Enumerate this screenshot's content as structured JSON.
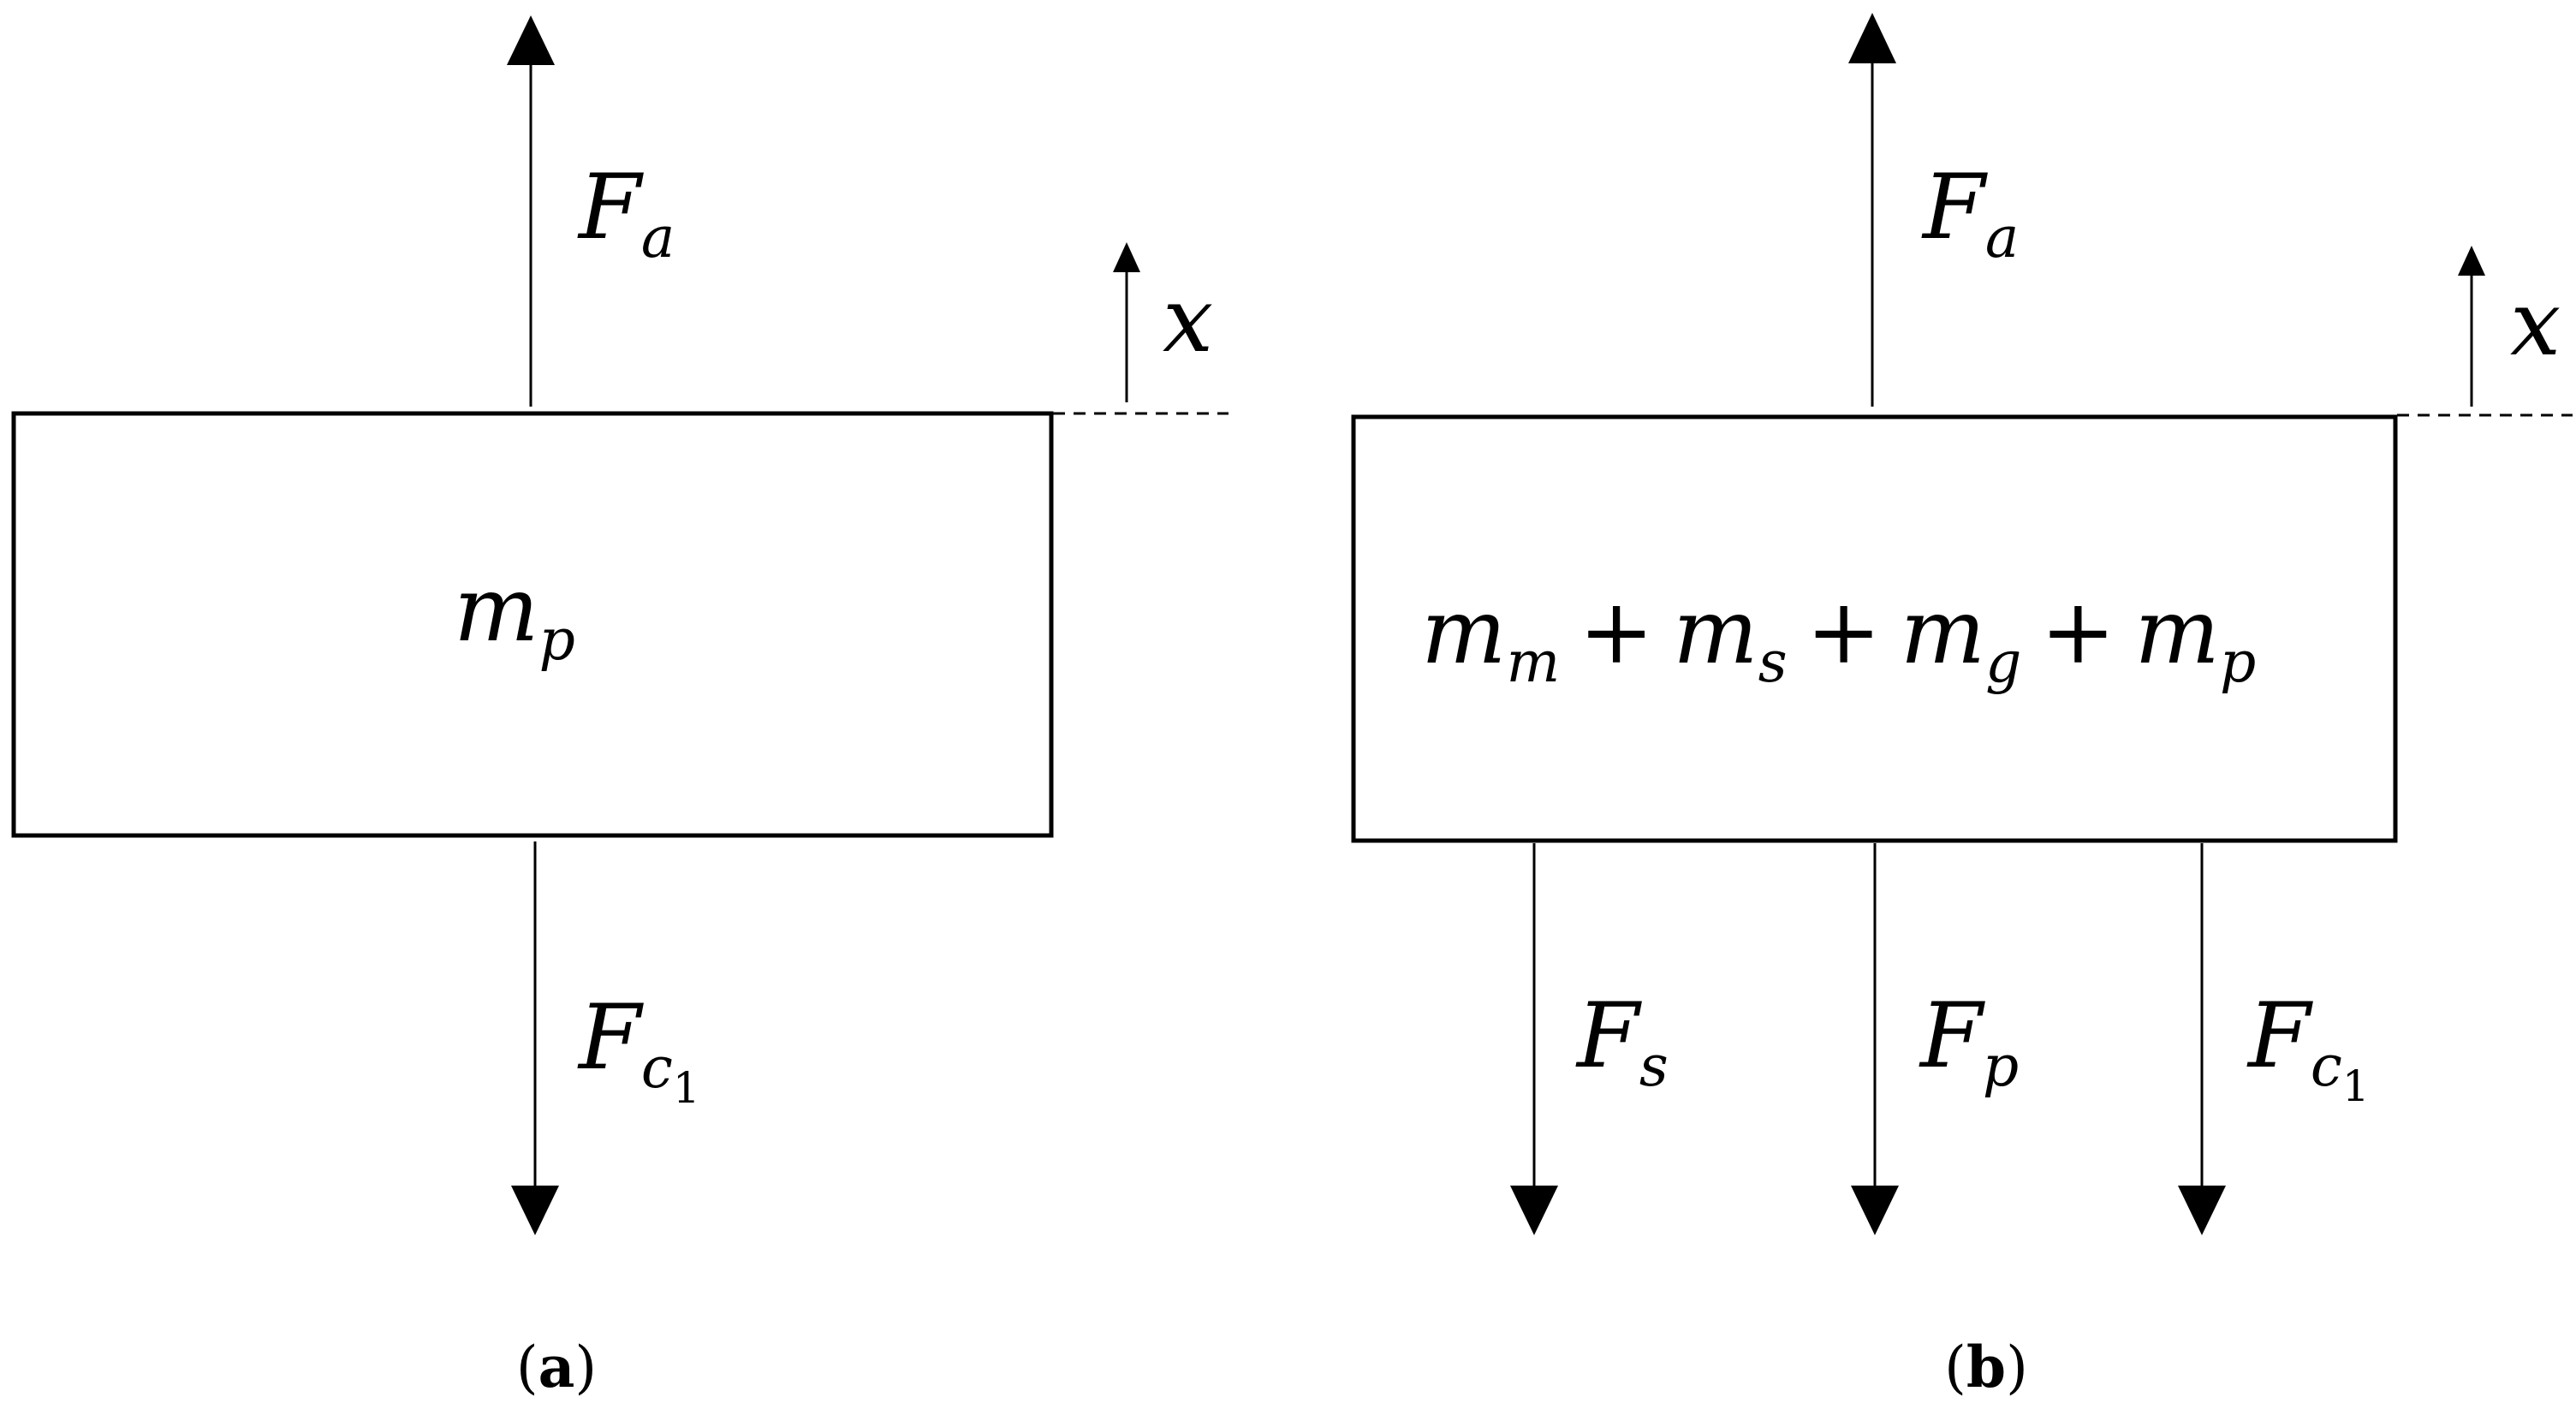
{
  "panels": [
    {
      "id": "a",
      "caption_open": "(",
      "caption_letter": "a",
      "caption_close": ")",
      "block_mass": {
        "m": "m",
        "sub": "p"
      },
      "force_up": {
        "F": "F",
        "sub": "a"
      },
      "force_down": [
        {
          "F": "F",
          "sub": "c",
          "subsub": "1"
        }
      ],
      "position_axis": "x"
    },
    {
      "id": "b",
      "caption_open": "(",
      "caption_letter": "b",
      "caption_close": ")",
      "block_mass": {
        "m1": "m",
        "s1": "m",
        "plus1": "+",
        "m2": "m",
        "s2": "s",
        "plus2": "+",
        "m3": "m",
        "s3": "g",
        "plus3": "+",
        "m4": "m",
        "s4": "p"
      },
      "force_up": {
        "F": "F",
        "sub": "a"
      },
      "force_down": [
        {
          "F": "F",
          "sub": "s"
        },
        {
          "F": "F",
          "sub": "p"
        },
        {
          "F": "F",
          "sub": "c",
          "subsub": "1"
        }
      ],
      "position_axis": "x"
    }
  ]
}
